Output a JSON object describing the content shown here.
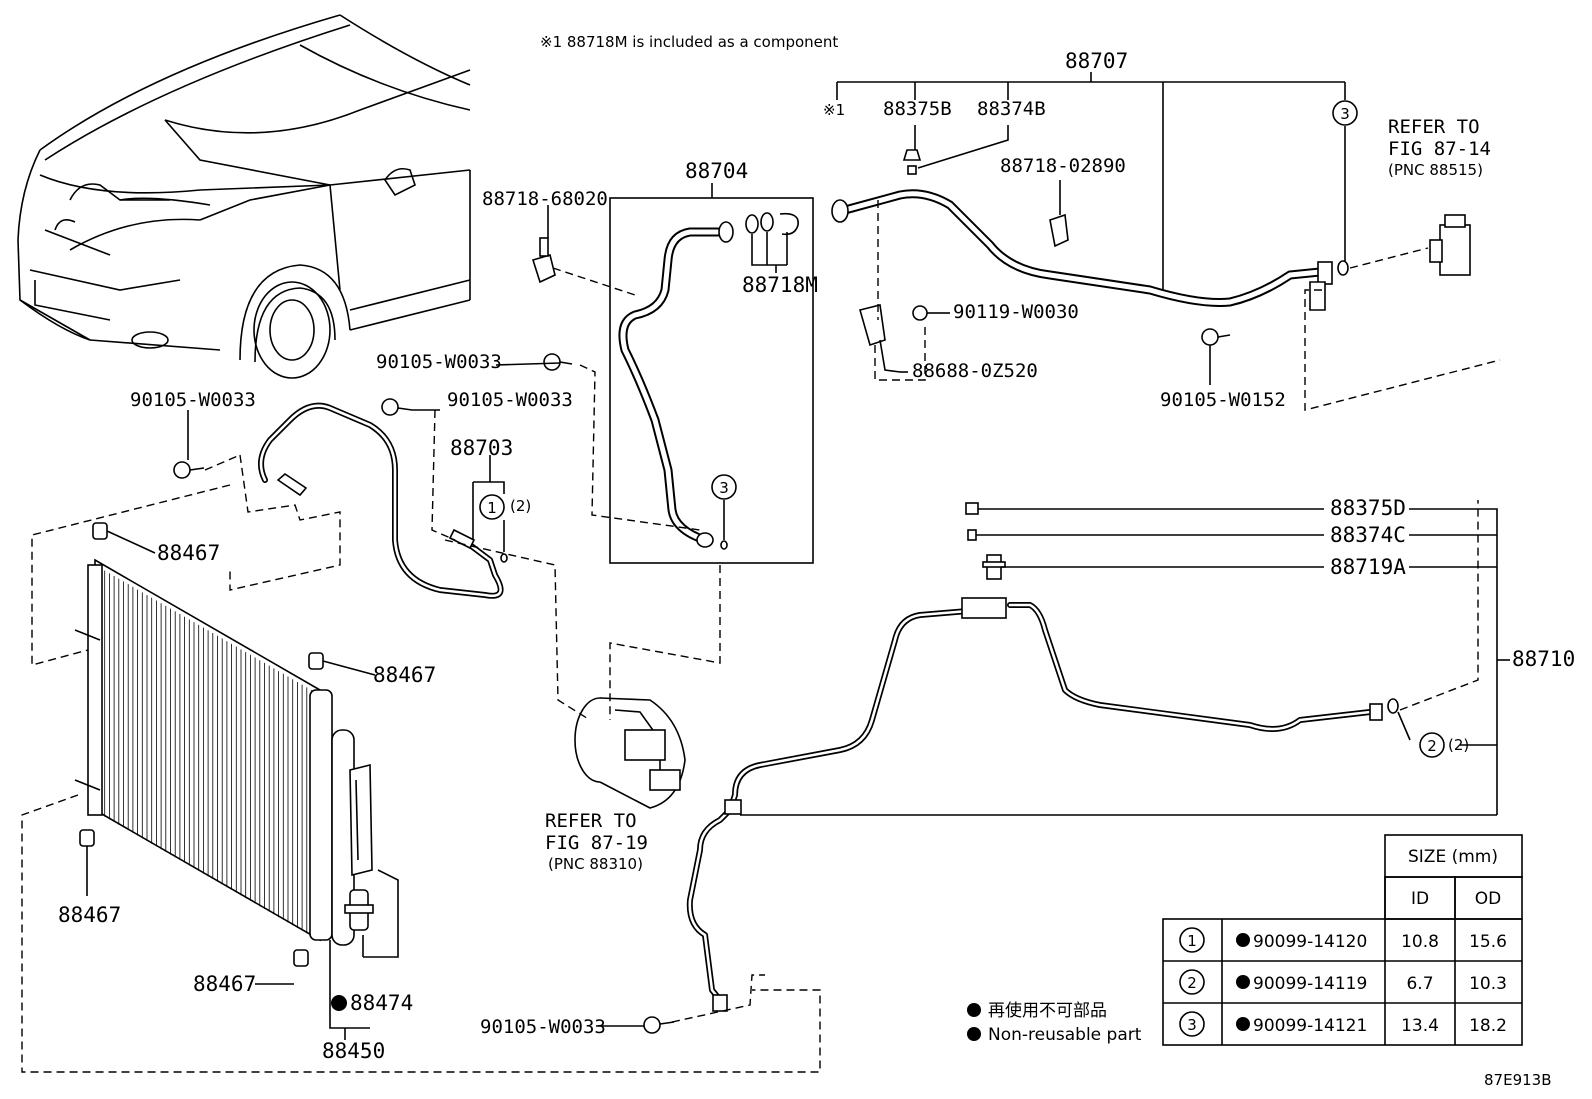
{
  "note_top": "※1 88718M is included as a component",
  "fig_code": "87E913B",
  "refs": {
    "r1": [
      "REFER TO",
      "FIG 87-14",
      "(PNC 88515)"
    ],
    "r2": [
      "REFER TO",
      "FIG 87-19",
      "(PNC 88310)"
    ]
  },
  "labels": {
    "p88707": "88707",
    "mark1": "※1",
    "p88375B": "88375B",
    "p88374B": "88374B",
    "p88718_02890": "88718-02890",
    "p90119": "90119-W0030",
    "p88688": "88688-0Z520",
    "p90105_w0152": "90105-W0152",
    "p88704": "88704",
    "p88718_68020": "88718-68020",
    "p88718M": "88718M",
    "p90105_a": "90105-W0033",
    "p90105_b": "90105-W0033",
    "p90105_c": "90105-W0033",
    "p90105_d": "90105-W0033",
    "p88703": "88703",
    "q2_a": "(2)",
    "q2_b": "(2)",
    "p88467_a": "88467",
    "p88467_b": "88467",
    "p88467_c": "88467",
    "p88467_d": "88467",
    "p88474": "88474",
    "p88450": "88450",
    "p88375D": "88375D",
    "p88374C": "88374C",
    "p88719A": "88719A",
    "p88710": "88710",
    "c1": "1",
    "c2": "2",
    "c3a": "3",
    "c3b": "3"
  },
  "legend": {
    "line1": "再使用不可部品",
    "line2": "Non-reusable part"
  },
  "size_table": {
    "header": "SIZE (mm)",
    "col_id": "ID",
    "col_od": "OD",
    "rows": [
      {
        "no": "1",
        "part": "90099-14120",
        "id": "10.8",
        "od": "15.6"
      },
      {
        "no": "2",
        "part": "90099-14119",
        "id": "6.7",
        "od": "10.3"
      },
      {
        "no": "3",
        "part": "90099-14121",
        "id": "13.4",
        "od": "18.2"
      }
    ]
  }
}
